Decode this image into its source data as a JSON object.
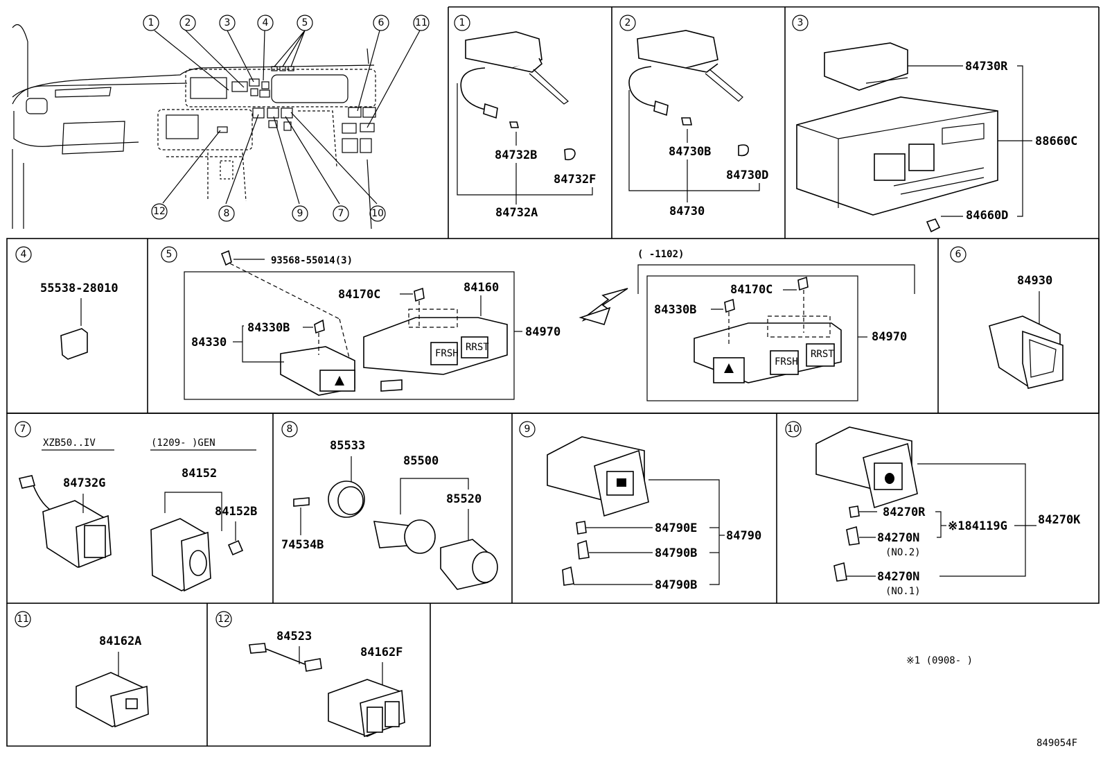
{
  "diagram_code": "849054F",
  "note": "※1 (0908-     )",
  "overview": {
    "callouts": [
      "1",
      "2",
      "3",
      "4",
      "5",
      "6",
      "11",
      "12",
      "8",
      "9",
      "7",
      "10"
    ]
  },
  "panels": {
    "p1": {
      "num": "1",
      "labels": [
        "84732B",
        "84732F",
        "84732A"
      ]
    },
    "p2": {
      "num": "2",
      "labels": [
        "84730B",
        "84730D",
        "84730"
      ]
    },
    "p3": {
      "num": "3",
      "labels": [
        "84730R",
        "88660C",
        "84660D"
      ]
    },
    "p4": {
      "num": "4",
      "labels": [
        "55538-28010"
      ]
    },
    "p5": {
      "num": "5",
      "screw": "93568-55014(3)",
      "range": "(     -1102)",
      "labels_left": [
        "84170C",
        "84160",
        "84330B",
        "84330",
        "84970"
      ],
      "labels_right": [
        "84170C",
        "84330B",
        "84970"
      ]
    },
    "p6": {
      "num": "6",
      "labels": [
        "84930"
      ]
    },
    "p7": {
      "num": "7",
      "variant_a": "XZB50..IV",
      "variant_b": "(1209-     )GEN",
      "labels": [
        "84732G",
        "84152",
        "84152B"
      ]
    },
    "p8": {
      "num": "8",
      "labels": [
        "85533",
        "85500",
        "85520",
        "74534B"
      ]
    },
    "p9": {
      "num": "9",
      "labels": [
        "84790E",
        "84790B",
        "84790B",
        "84790"
      ]
    },
    "p10": {
      "num": "10",
      "labels": [
        "84270R",
        "※184119G",
        "84270K",
        "84270N",
        "(NO.2)",
        "84270N",
        "(NO.1)"
      ]
    },
    "p11": {
      "num": "11",
      "labels": [
        "84162A"
      ]
    },
    "p12": {
      "num": "12",
      "labels": [
        "84523",
        "84162F"
      ]
    }
  }
}
